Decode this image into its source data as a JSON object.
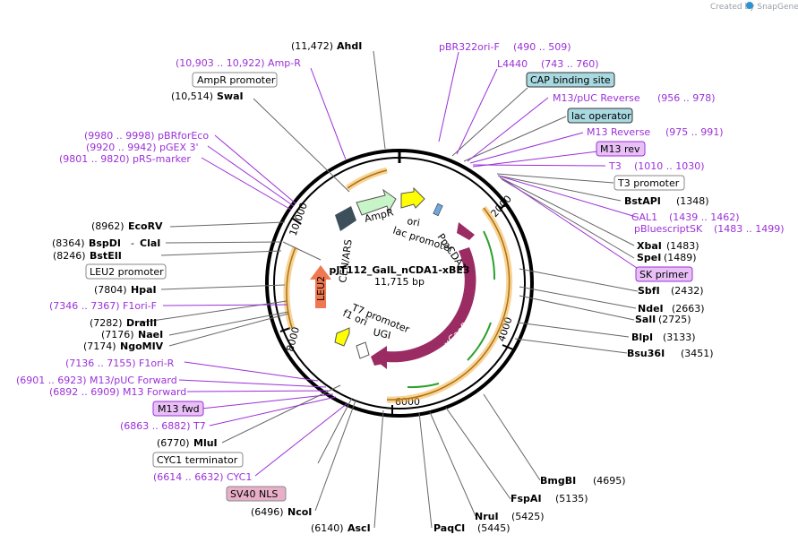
{
  "watermark": "Created by SnapGene",
  "plasmid": {
    "name": "pJT112_GalL_nCDA1-xBE3",
    "size_label": "11,715 bp"
  },
  "ring_ticks": [
    "2000",
    "4000",
    "6000",
    "8000",
    "10,000"
  ],
  "sites": [
    {
      "pos": "(11,472)",
      "name": "AhdI"
    },
    {
      "pos": "(10,514)",
      "name": "SwaI"
    },
    {
      "pos": "(8962)",
      "name": "EcoRV"
    },
    {
      "pos": "(8364)",
      "name": "BspDI",
      "extra": "ClaI"
    },
    {
      "pos": "(8246)",
      "name": "BstEII"
    },
    {
      "pos": "(7804)",
      "name": "HpaI"
    },
    {
      "pos": "(7282)",
      "name": "DraIII"
    },
    {
      "pos": "(7176)",
      "name": "NaeI"
    },
    {
      "pos": "(7174)",
      "name": "NgoMIV"
    },
    {
      "pos": "(6770)",
      "name": "MluI"
    },
    {
      "pos": "(6496)",
      "name": "NcoI"
    },
    {
      "pos": "(6140)",
      "name": "AscI"
    },
    {
      "pos": "(5445)",
      "name": "PaqCI"
    },
    {
      "pos": "(5425)",
      "name": "NruI"
    },
    {
      "pos": "(5135)",
      "name": "FspAI"
    },
    {
      "pos": "(4695)",
      "name": "BmgBI"
    },
    {
      "pos": "(3451)",
      "name": "Bsu36I"
    },
    {
      "pos": "(3133)",
      "name": "BlpI"
    },
    {
      "pos": "(2725)",
      "name": "SalI"
    },
    {
      "pos": "(2663)",
      "name": "NdeI"
    },
    {
      "pos": "(2432)",
      "name": "SbfI"
    },
    {
      "pos": "(1489)",
      "name": "SpeI"
    },
    {
      "pos": "(1483)",
      "name": "XbaI"
    },
    {
      "pos": "(1348)",
      "name": "BstAPI"
    }
  ],
  "features_text": [
    {
      "label": "(10,903 .. 10,922)  Amp-R"
    },
    {
      "label": "(9980 .. 9998)  pBRforEco"
    },
    {
      "label": "(9920 .. 9942)  pGEX 3'"
    },
    {
      "label": "(9801 .. 9820)  pRS-marker"
    },
    {
      "label": "(7346 .. 7367)  F1ori-F"
    },
    {
      "label": "(7136 .. 7155)  F1ori-R"
    },
    {
      "label": "(6901 .. 6923)  M13/pUC Forward"
    },
    {
      "label": "(6892 .. 6909)  M13 Forward"
    },
    {
      "label": "(6863 .. 6882)  T7"
    },
    {
      "label": "(6614 .. 6632)  CYC1"
    },
    {
      "label": "pBR322ori-F"
    },
    {
      "label": "(490 .. 509)"
    },
    {
      "label": "L4440"
    },
    {
      "label": "(743 .. 760)"
    },
    {
      "label": "M13/pUC Reverse"
    },
    {
      "label": "(956 .. 978)"
    },
    {
      "label": "M13 Reverse"
    },
    {
      "label": "(975 .. 991)"
    },
    {
      "label": "T3"
    },
    {
      "label": "(1010 .. 1030)"
    },
    {
      "label": "GAL1"
    },
    {
      "label": "(1439 .. 1462)"
    },
    {
      "label": "pBluescriptSK"
    },
    {
      "label": "(1483 .. 1499)"
    }
  ],
  "boxed": {
    "ampr_promoter": "AmpR promoter",
    "leu2_promoter": "LEU2 promoter",
    "m13_fwd": "M13 fwd",
    "cyc1_terminator": "CYC1 terminator",
    "sv40_nls": "SV40 NLS",
    "cap": "CAP binding site",
    "lac_operator": "lac operator",
    "m13_rev": "M13 rev",
    "t3_promoter": "T3 promoter",
    "sk_primer": "SK primer"
  },
  "inner_features": {
    "ampr": "AmpR",
    "ori": "ori",
    "lac_promoter": "lac promoter",
    "pmcda1": "PmCDA1",
    "xcas9": "xCas9-3.7",
    "cen_ars": "CEN/ARS",
    "leu2": "LEU2",
    "t7_promoter": "T7 promoter",
    "f1_ori": "f1 ori",
    "ugi": "UGI"
  },
  "colors": {
    "ampr": "#c8f5c8",
    "ori": "#ffff00",
    "pmcda1": "#9b2c63",
    "xcas9": "#9b2c63",
    "leu2": "#f07850",
    "cen": "#3d4f5a",
    "orf": "#f0b040",
    "orf_arrow": "#2ca02c",
    "feature_text": "#9b30d9",
    "cap_box": "#a8d8e0",
    "mrev_box": "#e8c0f5",
    "sv40_box": "#e8b0c8"
  }
}
